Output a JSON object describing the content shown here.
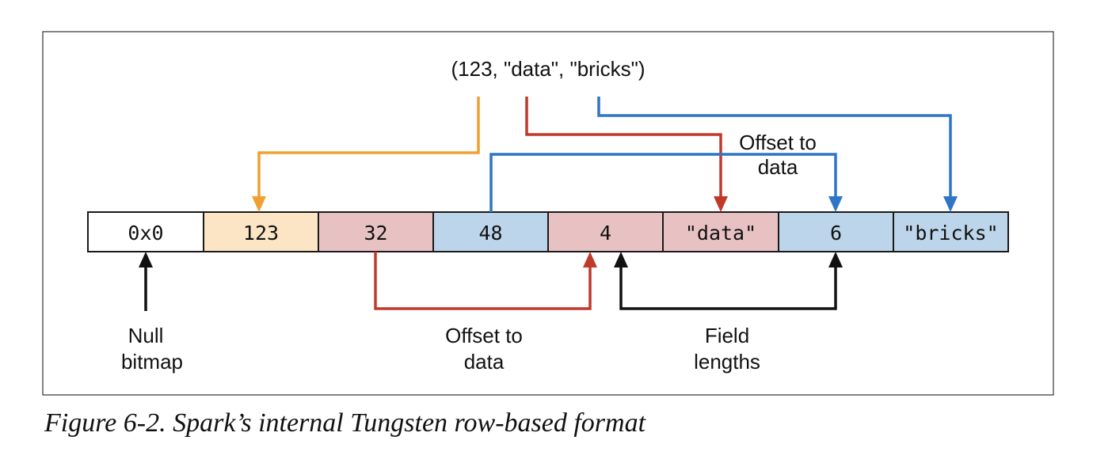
{
  "diagram": {
    "tuple_label": "(123, \"data\", \"bricks\")",
    "cells": [
      {
        "text": "0x0",
        "fill": "#ffffff"
      },
      {
        "text": "123",
        "fill": "#fbe5c4"
      },
      {
        "text": "32",
        "fill": "#e8c2c3"
      },
      {
        "text": "48",
        "fill": "#bcd5ea"
      },
      {
        "text": "4",
        "fill": "#e8c2c3"
      },
      {
        "text": "\"data\"",
        "fill": "#e8c2c3"
      },
      {
        "text": "6",
        "fill": "#bcd5ea"
      },
      {
        "text": "\"bricks\"",
        "fill": "#bcd5ea"
      }
    ],
    "labels": {
      "null_bitmap": [
        "Null",
        "bitmap"
      ],
      "offset_bottom": [
        "Offset to",
        "data"
      ],
      "field_lengths": [
        "Field",
        "lengths"
      ],
      "offset_top": [
        "Offset to",
        "data"
      ]
    },
    "colors": {
      "orange": "#f0a030",
      "red": "#c0392b",
      "blue": "#2e75c7",
      "black": "#111111"
    }
  },
  "caption": "Figure 6-2. Spark’s internal Tungsten row-based format"
}
